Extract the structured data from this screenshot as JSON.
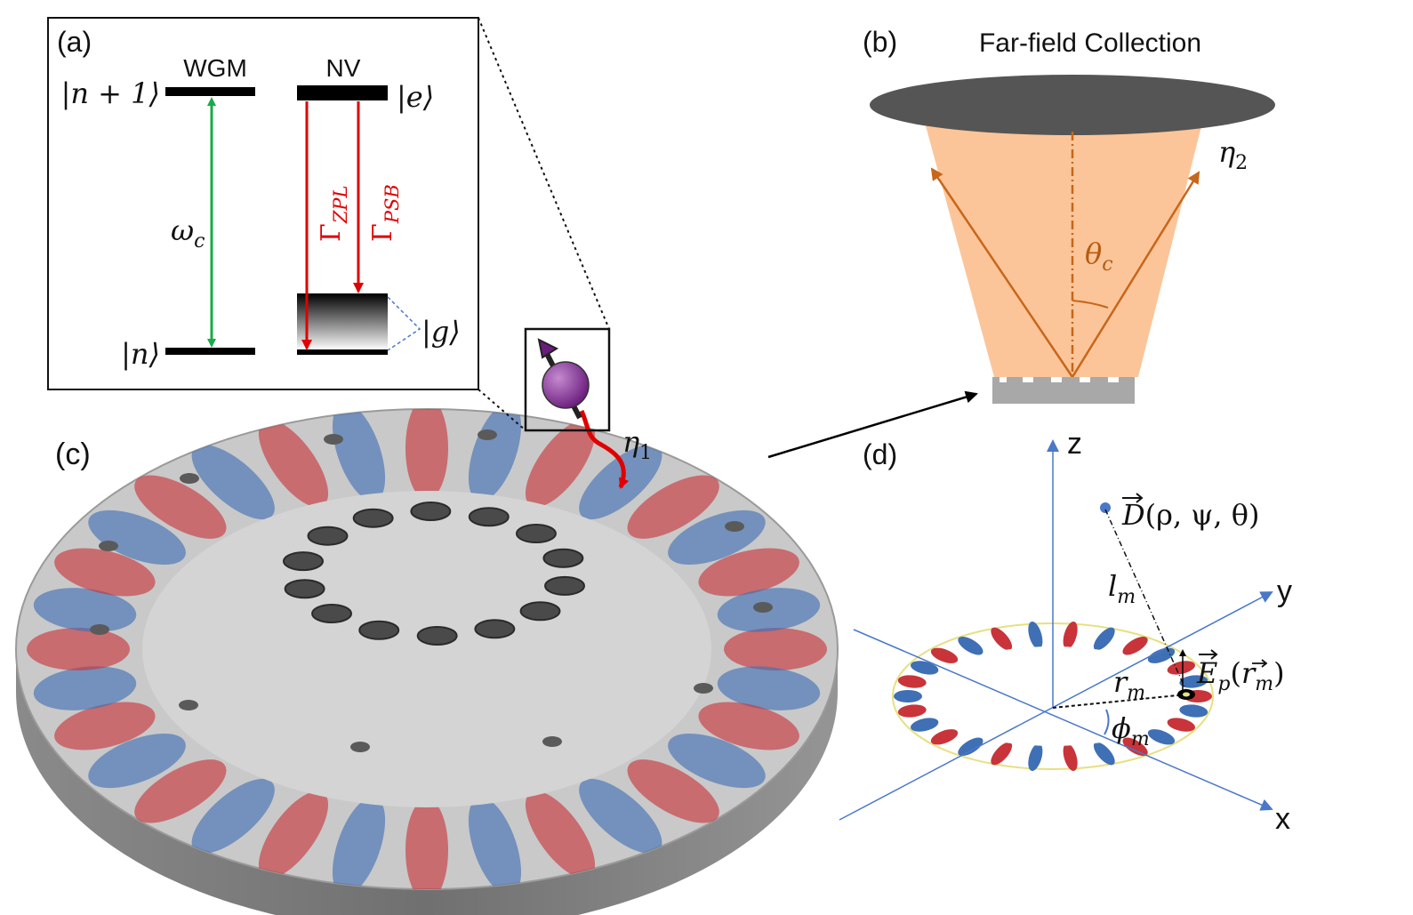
{
  "panels": {
    "a": {
      "label": "(a)",
      "wgm": "WGM",
      "nv": "NV",
      "state_n1": "|n + 1⟩",
      "state_n": "|n⟩",
      "state_e": "|e⟩",
      "state_g": "|g⟩",
      "omega_sym": "ω",
      "omega_sub": "c",
      "gamma_zpl_sym": "Γ",
      "gamma_zpl_sub": "ZPL",
      "gamma_psb_sym": "Γ",
      "gamma_psb_sub": "PSB"
    },
    "b": {
      "label": "(b)",
      "title": "Far-field Collection",
      "eta_sym": "η",
      "eta_sub": "2",
      "theta_sym": "θ",
      "theta_sub": "c"
    },
    "c": {
      "label": "(c)",
      "eta_sym": "η",
      "eta_sub": "1"
    },
    "d": {
      "label": "(d)",
      "axis_z": "z",
      "axis_y": "y",
      "axis_x": "x",
      "detector_sym": "D",
      "detector_args": "(ρ, ψ, θ)",
      "l_sym": "l",
      "l_sub": "m",
      "r_sym": "r",
      "r_sub": "m",
      "phi_sym": "ϕ",
      "phi_sub": "m",
      "field_sym": "E",
      "field_sub": "p",
      "field_args_open": "(",
      "field_r": "r",
      "field_r_sub": "m",
      "field_args_close": ")"
    }
  },
  "colors": {
    "wgm_arrow": "#1aaa4a",
    "nv_arrow": "#e00000",
    "cone": "#fbbf8e",
    "cone_ray": "#c8661a",
    "axis": "#4a78c8",
    "mode_red": "#c8343a",
    "mode_blue": "#3f6fb5",
    "disk_top": "#c9c9c9",
    "disk_side": "#7b7b7b",
    "particle": "#8a3a9a"
  }
}
